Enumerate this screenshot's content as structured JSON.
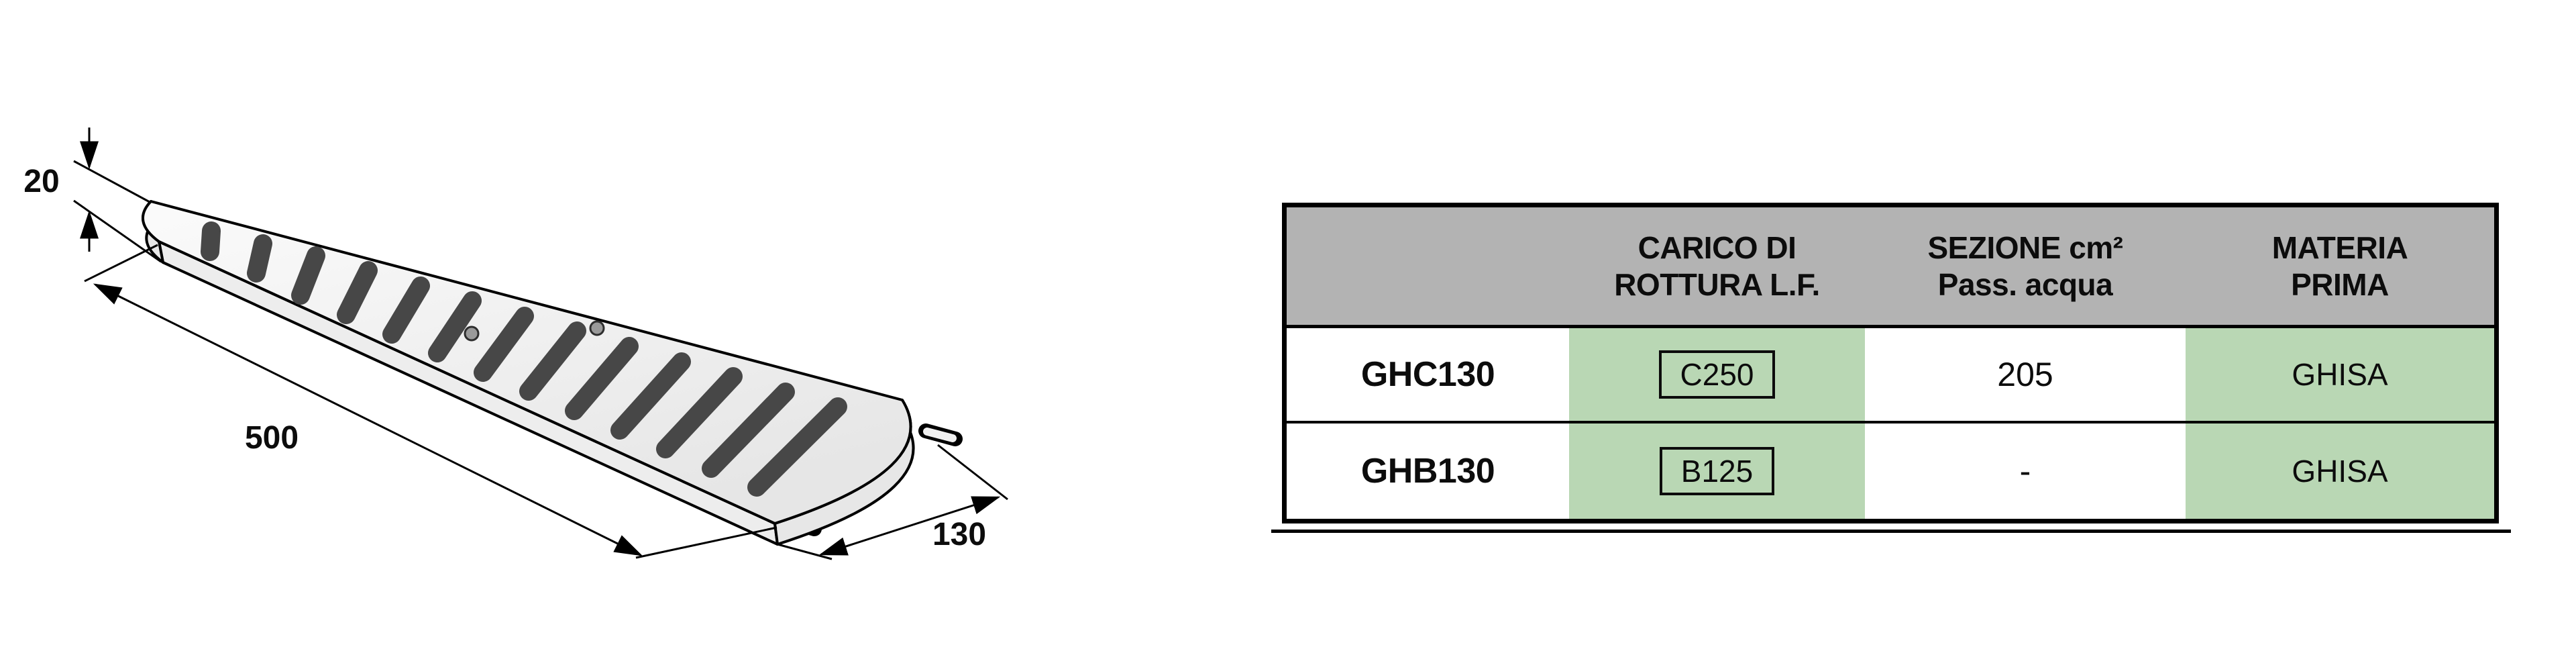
{
  "drawing": {
    "labels": {
      "thickness": "20",
      "length": "500",
      "width": "130"
    }
  },
  "table": {
    "headers": {
      "model": "",
      "load": [
        "CARICO DI",
        "ROTTURA L.F."
      ],
      "section": [
        "SEZIONE cm²",
        "Pass. acqua"
      ],
      "material": [
        "MATERIA",
        "PRIMA"
      ]
    },
    "rows": [
      {
        "model": "GHC130",
        "load_class": "C250",
        "section": "205",
        "material": "GHISA"
      },
      {
        "model": "GHB130",
        "load_class": "B125",
        "section": "-",
        "material": "GHISA"
      }
    ]
  },
  "colors": {
    "header_bg": "#b3b3b3",
    "highlight_green": "#b9d7b4",
    "border": "#000000",
    "slot_gray": "#474747"
  }
}
